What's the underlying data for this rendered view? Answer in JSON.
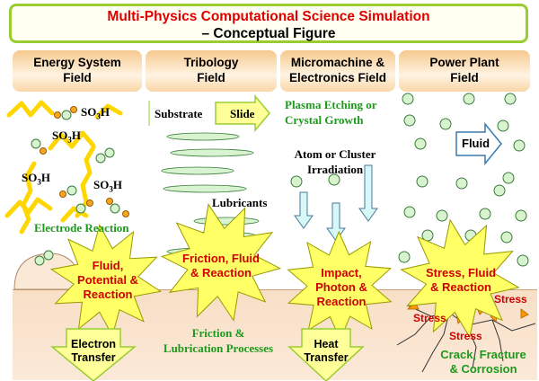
{
  "title": {
    "line1": "Multi-Physics Computational Science Simulation",
    "line2": "– Conceptual Figure"
  },
  "fields": [
    {
      "line1": "Energy System",
      "line2": "Field"
    },
    {
      "line1": "Tribology",
      "line2": "Field"
    },
    {
      "line1": "Micromachine &",
      "line2": "Electronics Field"
    },
    {
      "line1": "Power Plant",
      "line2": "Field"
    }
  ],
  "energy": {
    "so3h": "SO",
    "so3h_sub": "3",
    "so3h_end": "H",
    "electrode_reaction": "Electrode Reaction",
    "burst_line1": "Fluid,",
    "burst_line2": "Potential &",
    "burst_line3": "Reaction",
    "electron_line1": "Electron",
    "electron_line2": "Transfer"
  },
  "tribology": {
    "substrate": "Substrate",
    "slide": "Slide",
    "lubricants": "Lubricants",
    "burst_line1": "Friction, Fluid",
    "burst_line2": "& Reaction",
    "process_line1": "Friction &",
    "process_line2": "Lubrication Processes"
  },
  "micro": {
    "plasma_line1": "Plasma Etching or",
    "plasma_line2": "Crystal Growth",
    "atom_line1": "Atom or Cluster",
    "atom_line2": "Irradiation",
    "burst_line1": "Impact,",
    "burst_line2": "Photon &",
    "burst_line3": "Reaction",
    "heat_line1": "Heat",
    "heat_line2": "Transfer"
  },
  "plant": {
    "fluid": "Fluid",
    "burst_line1": "Stress, Fluid",
    "burst_line2": "& Reaction",
    "stress": "Stress",
    "crack_line1": "Crack, Fracture",
    "crack_line2": "& Corrosion"
  },
  "colors": {
    "title_border": "#9acd32",
    "title_red": "#e00000",
    "label_green": "#1c9a1c",
    "burst_fill": "#ffff66",
    "arrow_fill": "#ffff99",
    "arrow_stroke": "#9acd32",
    "polymer": "#ffd700",
    "particle_fill": "#d8f3d0",
    "particle_stroke": "#3a7a3a",
    "ion_orange": "#f5a623",
    "irradiation_arrow": "#d8f7f7",
    "ground": "#f8dfc6",
    "stress_arrow": "#ff9900"
  },
  "icons": [
    "energy-polymer-icon",
    "particle-icon",
    "burst-icon",
    "down-arrow-icon",
    "right-arrow-icon",
    "stress-arrow-icon",
    "crack-icon"
  ]
}
